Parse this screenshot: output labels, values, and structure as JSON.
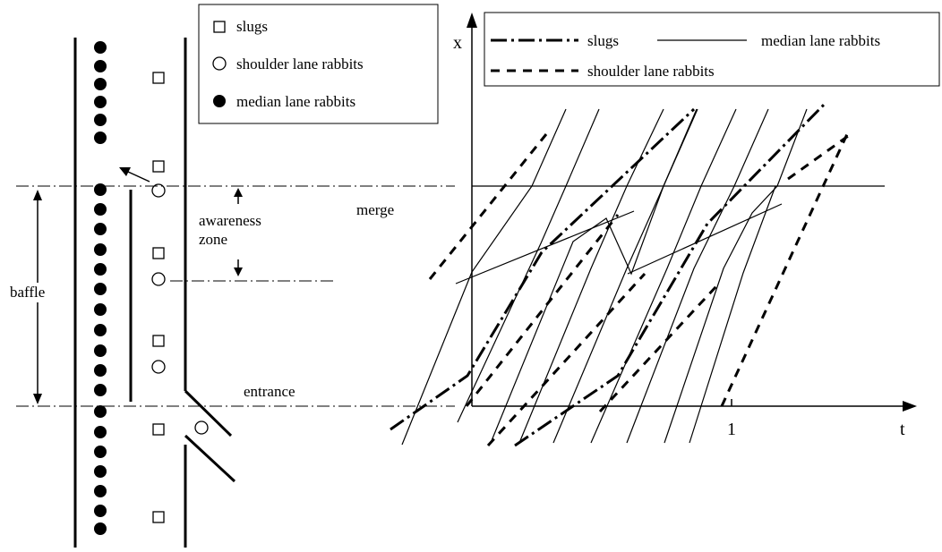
{
  "left_diagram": {
    "legend": {
      "slugs": "slugs",
      "shoulder": "shoulder lane  rabbits",
      "median": "median lane rabbits"
    },
    "labels": {
      "baffle": "baffle",
      "awareness_line1": "awareness",
      "awareness_line2": "zone",
      "merge": "merge",
      "entrance": "entrance"
    }
  },
  "right_chart": {
    "axis_x_label": "t",
    "axis_y_label": "x",
    "tick_label": "1",
    "legend": {
      "slugs": "slugs",
      "median": "median lane rabbits",
      "shoulder": "shoulder lane rabbits"
    }
  }
}
